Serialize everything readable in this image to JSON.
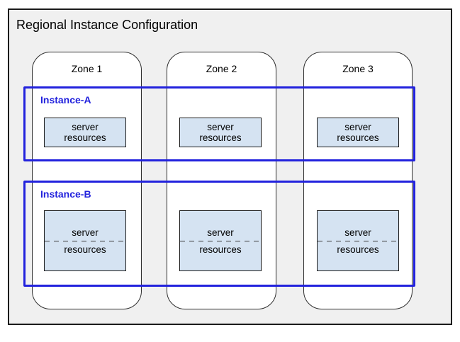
{
  "title": "Regional Instance Configuration",
  "zones": [
    {
      "label": "Zone 1"
    },
    {
      "label": "Zone 2"
    },
    {
      "label": "Zone 3"
    }
  ],
  "instances": [
    {
      "label": "Instance-A",
      "boxes": [
        {
          "line1": "server",
          "line2": "resources"
        },
        {
          "line1": "server",
          "line2": "resources"
        },
        {
          "line1": "server",
          "line2": "resources"
        }
      ]
    },
    {
      "label": "Instance-B",
      "boxes": [
        {
          "line1": "server",
          "line2": "resources"
        },
        {
          "line1": "server",
          "line2": "resources"
        },
        {
          "line1": "server",
          "line2": "resources"
        }
      ]
    }
  ],
  "colors": {
    "instance_border": "#2222dd",
    "instance_label": "#2222dd",
    "server_box_fill": "#d5e3f2",
    "region_fill": "#f0f0f0",
    "zone_fill": "#ffffff",
    "outline": "#1a1a1a"
  }
}
